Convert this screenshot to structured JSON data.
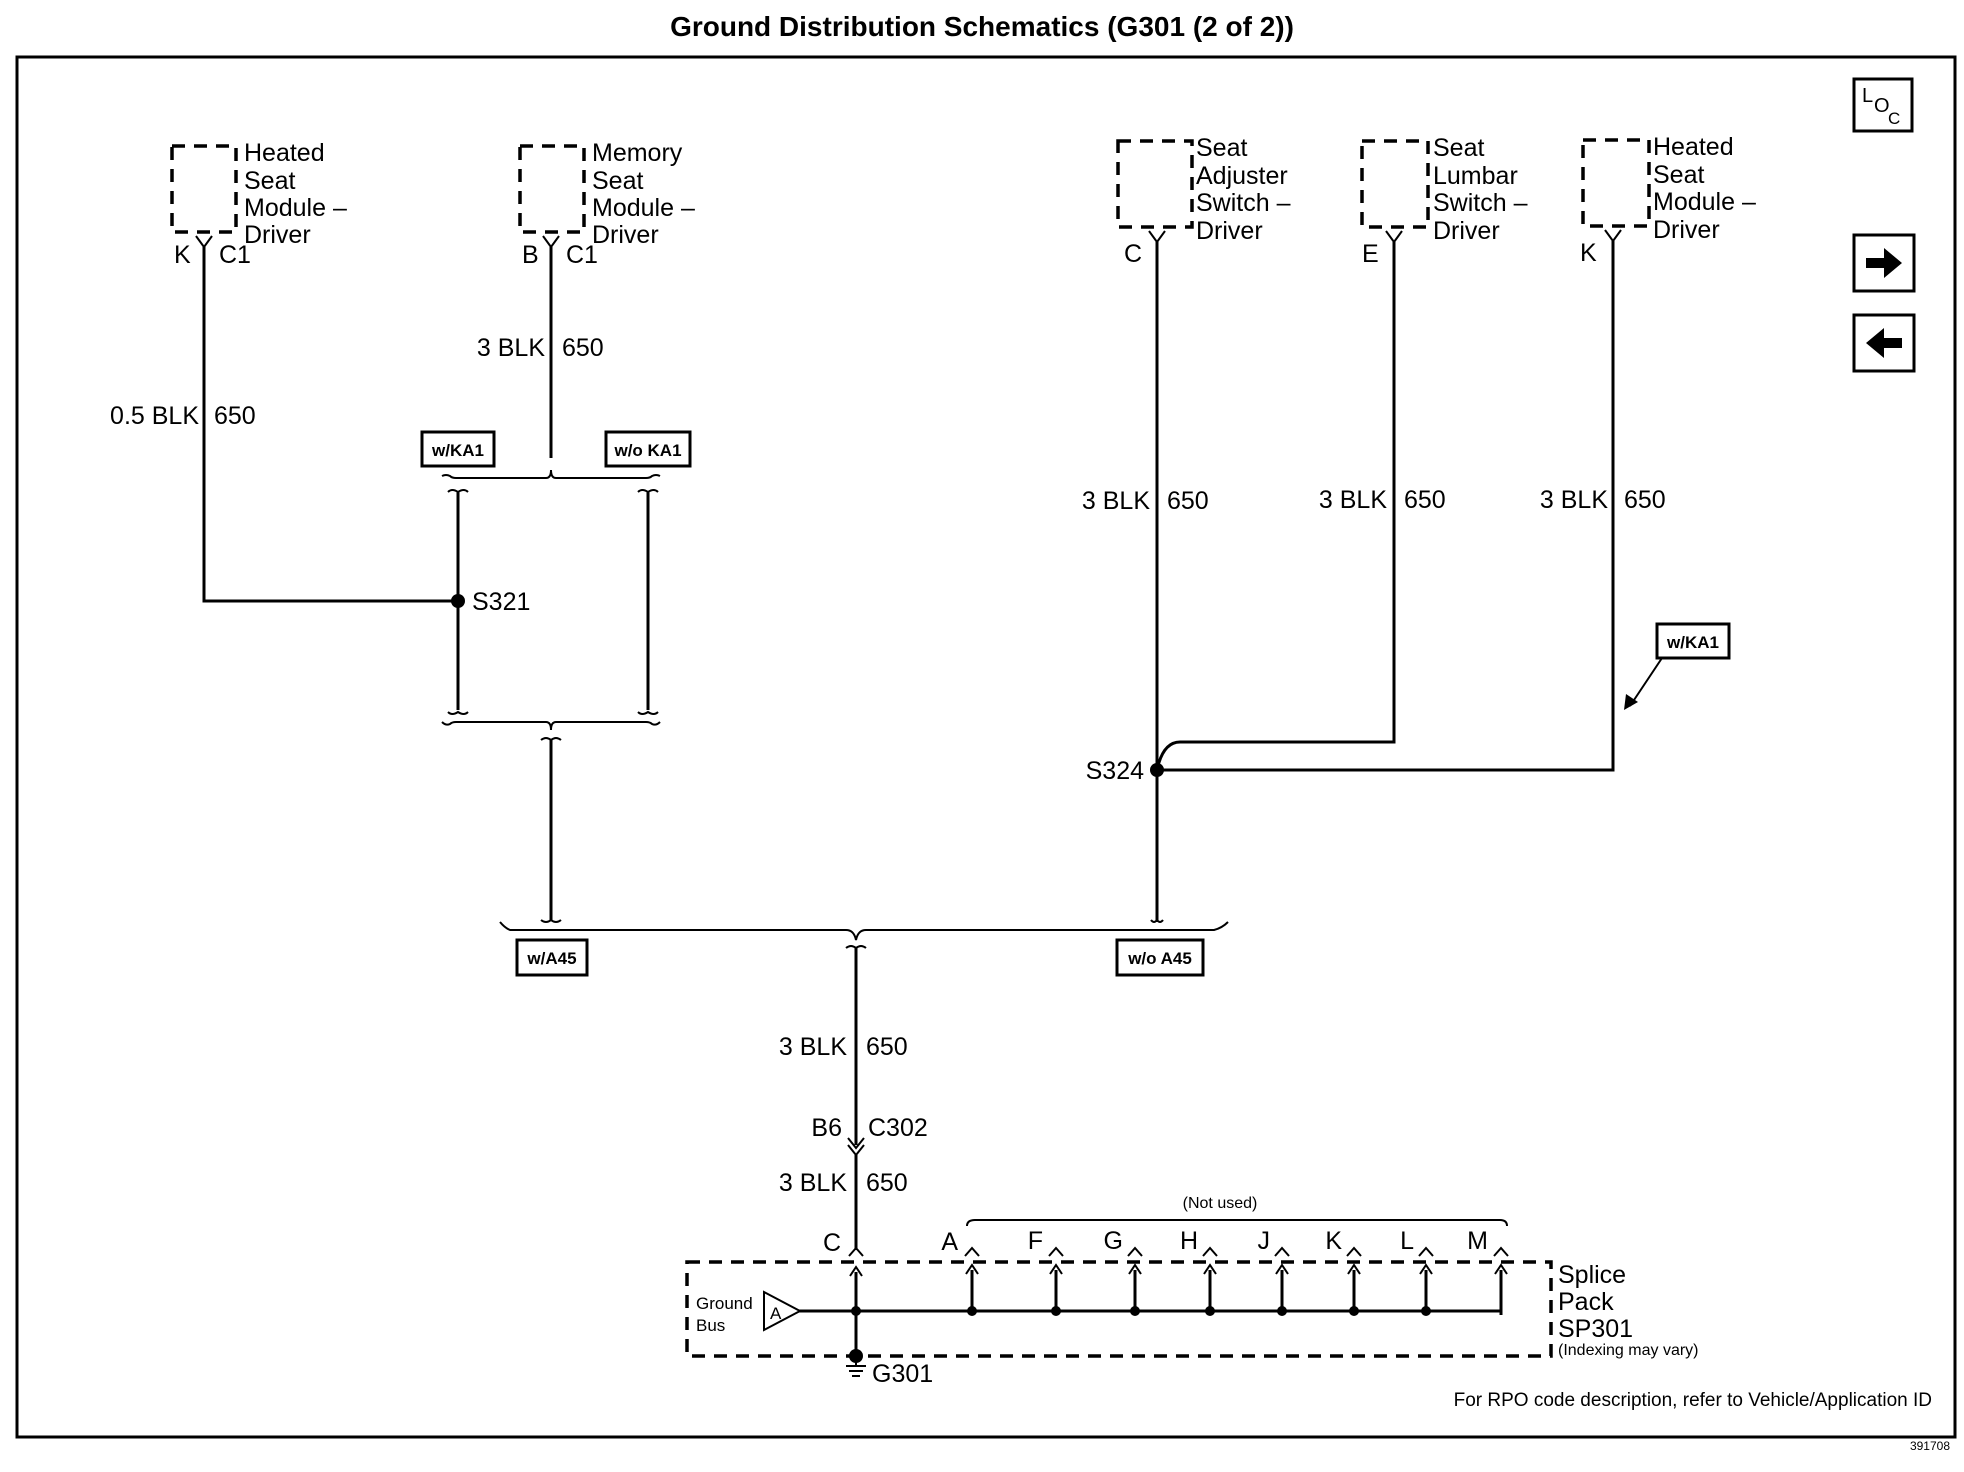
{
  "title": "Ground Distribution Schematics (G301 (2 of 2))",
  "loc_icon": {
    "main": "L",
    "sub1": "O",
    "sub2": "C"
  },
  "nav": {
    "forward": "arrow-right-icon",
    "back": "arrow-left-icon"
  },
  "components": {
    "heated_seat_left": {
      "lines": [
        "Heated",
        "Seat",
        "Module –",
        "Driver"
      ],
      "pin": "K",
      "conn": "C1"
    },
    "memory_seat": {
      "lines": [
        "Memory",
        "Seat",
        "Module –",
        "Driver"
      ],
      "pin": "B",
      "conn": "C1"
    },
    "seat_adjuster": {
      "lines": [
        "Seat",
        "Adjuster",
        "Switch –",
        "Driver"
      ],
      "pin": "C"
    },
    "seat_lumbar": {
      "lines": [
        "Seat",
        "Lumbar",
        "Switch –",
        "Driver"
      ],
      "pin": "E"
    },
    "heated_seat_right": {
      "lines": [
        "Heated",
        "Seat",
        "Module –",
        "Driver"
      ],
      "pin": "K"
    }
  },
  "wires": {
    "w1": {
      "gauge": "0.5 BLK",
      "circuit": "650"
    },
    "w2": {
      "gauge": "3 BLK",
      "circuit": "650"
    },
    "w3": {
      "gauge": "3 BLK",
      "circuit": "650"
    },
    "w4": {
      "gauge": "3 BLK",
      "circuit": "650"
    },
    "w5": {
      "gauge": "3 BLK",
      "circuit": "650"
    },
    "w6": {
      "gauge": "3 BLK",
      "circuit": "650"
    },
    "w7": {
      "gauge": "3 BLK",
      "circuit": "650"
    }
  },
  "options": {
    "w_ka1": "w/KA1",
    "wo_ka1": "w/o KA1",
    "w_ka1_right": "w/KA1",
    "w_a45": "w/A45",
    "wo_a45": "w/o A45"
  },
  "splices": {
    "s321": "S321",
    "s324": "S324"
  },
  "connector_c302": {
    "pin": "B6",
    "name": "C302"
  },
  "splice_pack": {
    "name_lines": [
      "Splice",
      "Pack",
      "SP301"
    ],
    "note": "(Indexing may vary)",
    "not_used": "(Not used)",
    "bus_lines": [
      "Ground",
      "Bus"
    ],
    "bus_symbol": "A",
    "input_pin": "C",
    "pins": [
      "A",
      "F",
      "G",
      "H",
      "J",
      "K",
      "L",
      "M"
    ]
  },
  "ground": "G301",
  "footer_note": "For RPO code description, refer to Vehicle/Application ID",
  "doc_number": "391708"
}
